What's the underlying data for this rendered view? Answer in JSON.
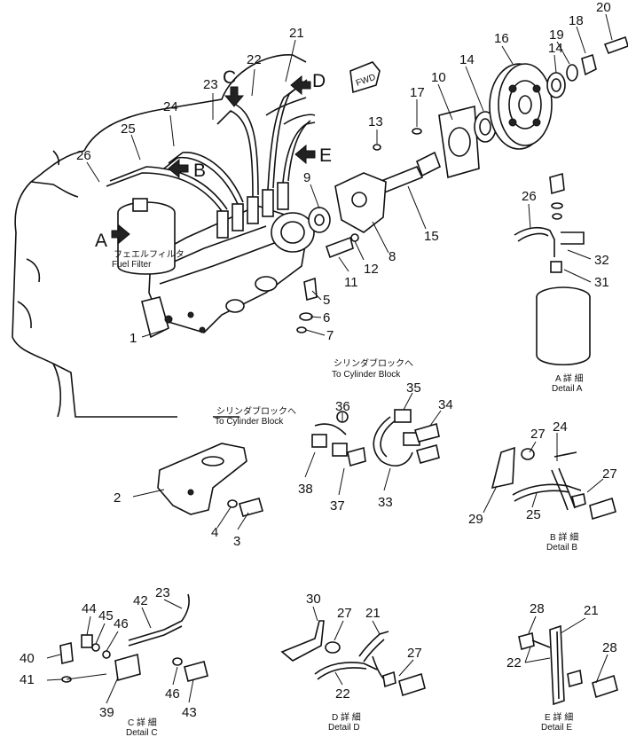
{
  "views": {
    "main": {
      "part_numbers": [
        "21",
        "22",
        "23",
        "24",
        "25",
        "26",
        "1",
        "2",
        "3",
        "4",
        "5",
        "6",
        "7",
        "8",
        "9",
        "10",
        "11",
        "12",
        "13",
        "14",
        "14",
        "15",
        "16",
        "17",
        "18",
        "19",
        "20",
        "33",
        "34",
        "35",
        "36",
        "37",
        "38"
      ],
      "view_arrows": [
        "C",
        "D",
        "B",
        "A",
        "E"
      ],
      "fwd_label": "FWD",
      "fuel_filter_jp": "フェエルフィルタ",
      "fuel_filter_en": "Fuel Filter",
      "to_cyl_block_jp_1": "シリンダブロックへ",
      "to_cyl_block_en_1": "To Cylinder Block",
      "to_cyl_block_jp_2": "シリンダブロックへ",
      "to_cyl_block_en_2": "To Cylinder Block"
    },
    "detail_a": {
      "part_numbers": [
        "26",
        "32",
        "31"
      ],
      "title_jp": "A 詳 細",
      "title_en": "Detail A"
    },
    "detail_b": {
      "part_numbers": [
        "27",
        "24",
        "27",
        "29",
        "25"
      ],
      "title_jp": "B 詳 細",
      "title_en": "Detail B"
    },
    "detail_c": {
      "part_numbers": [
        "23",
        "42",
        "44",
        "45",
        "46",
        "40",
        "41",
        "39",
        "46",
        "43"
      ],
      "title_jp": "C 詳 細",
      "title_en": "Detail C"
    },
    "detail_d": {
      "part_numbers": [
        "30",
        "27",
        "21",
        "27",
        "22"
      ],
      "title_jp": "D 詳 細",
      "title_en": "Detail D"
    },
    "detail_e": {
      "part_numbers": [
        "28",
        "21",
        "22",
        "28"
      ],
      "title_jp": "E 詳 細",
      "title_en": "Detail E"
    }
  }
}
